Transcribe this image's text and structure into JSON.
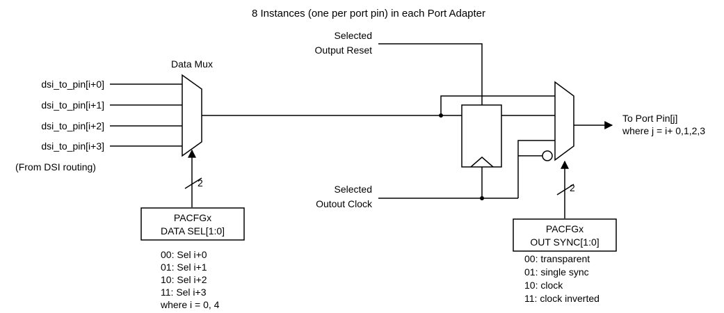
{
  "title": "8 Instances (one per port pin) in each  Port Adapter",
  "data_mux": {
    "label": "Data Mux",
    "inputs": [
      "dsi_to_pin[i+0]",
      "dsi_to_pin[i+1]",
      "dsi_to_pin[i+2]",
      "dsi_to_pin[i+3]"
    ],
    "source_note": "(From DSI routing)",
    "bus_width": "2"
  },
  "data_sel_reg": {
    "line1": "PACFGx",
    "line2": "DATA SEL[1:0]",
    "options": [
      "00: Sel i+0",
      "01: Sel i+1",
      "10: Sel i+2",
      "11: Sel i+3",
      "where i = 0, 4"
    ]
  },
  "output_reset": {
    "line1": "Selected",
    "line2": "Output Reset"
  },
  "output_clock": {
    "line1": "Selected",
    "line2": "Outout Clock"
  },
  "output": {
    "line1": "To Port Pin[j]",
    "line2": "where j = i+ 0,1,2,3"
  },
  "out_sync_reg": {
    "line1": "PACFGx",
    "line2": "OUT SYNC[1:0]",
    "bus_width": "2",
    "options": [
      "00: transparent",
      "01: single sync",
      "10: clock",
      "11: clock inverted"
    ]
  }
}
